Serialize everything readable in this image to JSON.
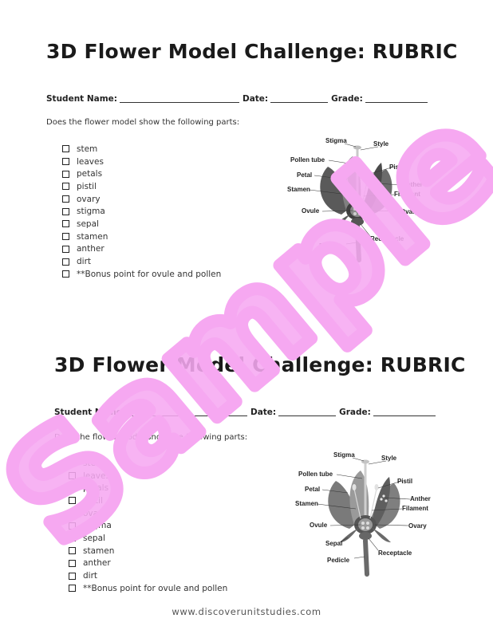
{
  "rubric": {
    "title": "3D Flower Model Challenge: RUBRIC",
    "student_name_label": "Student Name:",
    "date_label": "Date:",
    "grade_label": "Grade:",
    "question": "Does the flower model show the following parts:",
    "checklist": [
      "stem",
      "leaves",
      "petals",
      "pistil",
      "ovary",
      "stigma",
      "sepal",
      "stamen",
      "anther",
      "dirt",
      "**Bonus point for ovule and pollen"
    ],
    "diagram_labels": {
      "stigma": "Stigma",
      "style": "Style",
      "pollen_tube": "Pollen tube",
      "pistil": "Pistil",
      "petal": "Petal",
      "anther": "Anther",
      "stamen": "Stamen",
      "filament": "Filament",
      "ovule": "Ovule",
      "ovary": "Ovary",
      "sepal": "Sepal",
      "receptacle": "Receptacle",
      "pedicle": "Pedicle"
    }
  },
  "watermark": "Sample",
  "footer": "www.discoverunitstudies.com",
  "colors": {
    "watermark": "#f6a8f1",
    "flower_dark": "#4a4a4a",
    "flower_mid": "#6b6b6b",
    "flower_light": "#9a9a9a"
  },
  "icons": {
    "checkbox": "checkbox-icon",
    "flower": "flower-anatomy-illustration"
  }
}
